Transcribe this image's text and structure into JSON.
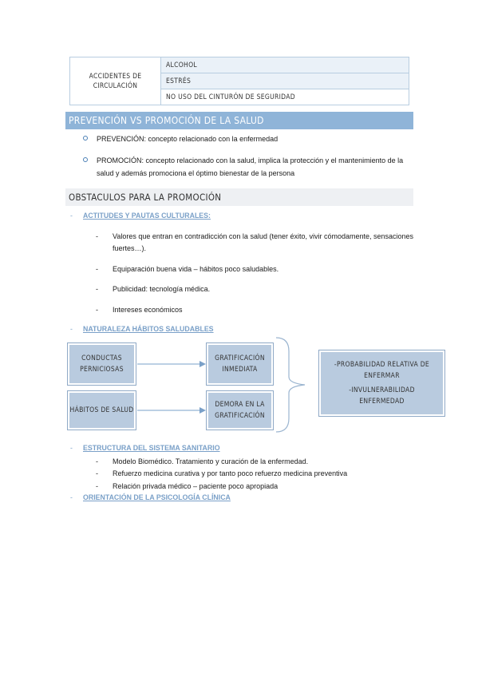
{
  "top_table": {
    "left_label": "ACCIDENTES DE CIRCULACIÓN",
    "rows": [
      "ALCOHOL",
      "ESTRÉS",
      "NO USO DEL CINTURÓN DE SEGURIDAD"
    ]
  },
  "section1": {
    "title": "PREVENCIÓN VS PROMOCIÓN DE LA SALUD",
    "bullets": [
      "PREVENCIÓN: concepto relacionado con la enfermedad",
      "PROMOCIÓN: concepto relacionado con la salud, implica la protección y el mantenimiento de la salud y además promociona el óptimo bienestar de la persona"
    ]
  },
  "section2": {
    "title": "OBSTACULOS PARA LA PROMOCIÓN",
    "dash": "-",
    "sub1": {
      "heading": "ACTITUDES Y PAUTAS CULTURALES:",
      "items": [
        "Valores que entran en contradicción con la salud (tener éxito, vivir cómodamente, sensaciones fuertes…).",
        "Equiparación buena vida – hábitos poco saludables.",
        "Publicidad: tecnología médica.",
        "Intereses económicos"
      ]
    },
    "sub2": {
      "heading": "NATURALEZA HÁBITOS SALUDABLES",
      "diagram": {
        "box1": "CONDUCTAS PERNICIOSAS",
        "box2": "GRATIFICACIÓN INMEDIATA",
        "box3": "HÁBITOS DE SALUD",
        "box4": "DEMORA EN LA GRATIFICACIÓN",
        "result_line1": "-PROBABILIDAD RELATIVA DE ENFERMAR",
        "result_line2": "-INVULNERABILIDAD ENFERMEDAD"
      }
    },
    "sub3": {
      "heading": "ESTRUCTURA DEL SISTEMA SANITARIO",
      "items": [
        "Modelo Biomédico. Tratamiento y curación de la enfermedad.",
        "Refuerzo medicina curativa y por tanto poco refuerzo medicina preventiva",
        "Relación privada médico – paciente poco apropiada"
      ]
    },
    "sub4": {
      "heading": "ORIENTACIÓN DE LA PSICOLOGÍA CLÍNICA"
    }
  }
}
